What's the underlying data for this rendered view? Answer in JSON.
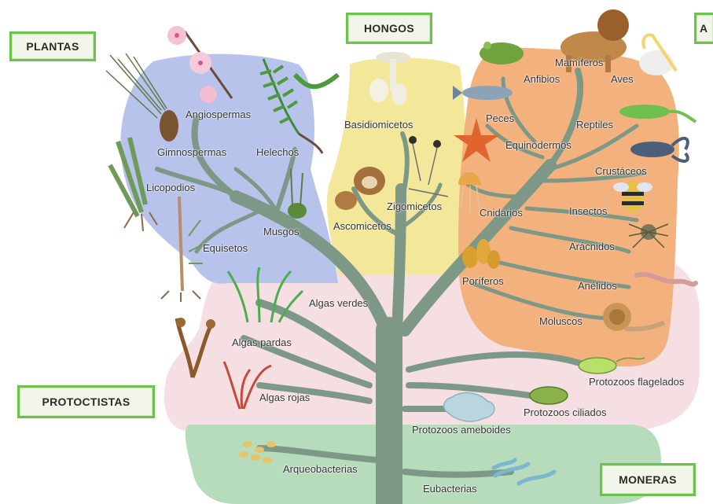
{
  "kingdoms": {
    "plantas": "PLANTAS",
    "hongos": "HONGOS",
    "animales": "A",
    "protoctistas": "PROTOCTISTAS",
    "moneras": "MONERAS"
  },
  "labels": {
    "angiospermas": "Angiospermas",
    "gimnospermas": "Gimnospermas",
    "helechos": "Helechos",
    "licopodios": "Licopodios",
    "musgos": "Musgos",
    "equisetos": "Equisetos",
    "basidiomicetos": "Basidiomicetos",
    "zigomicetos": "Zigomicetos",
    "ascomicetos": "Ascomicetos",
    "mamiferos": "Mamíferos",
    "anfibios": "Anfibios",
    "aves": "Aves",
    "peces": "Peces",
    "reptiles": "Reptiles",
    "equinodermos": "Equinodermos",
    "crustaceos": "Crustáceos",
    "cnidarios": "Cnidarios",
    "insectos": "Insectos",
    "aracnidos": "Arácnidos",
    "poriferos": "Poríferos",
    "anelidos": "Anélidos",
    "moluscos": "Moluscos",
    "algas_verdes": "Algas verdes",
    "algas_pardas": "Algas pardas",
    "algas_rojas": "Algas rojas",
    "protozoos_flagelados": "Protozoos flagelados",
    "protozoos_ciliados": "Protozoos ciliados",
    "protozoos_ameboides": "Protozoos ameboides",
    "arqueobacterias": "Arqueobacterias",
    "eubacterias": "Eubacterias"
  },
  "colors": {
    "plantas_region": "#b7c3ea",
    "hongos_region": "#f3e79a",
    "animales_region": "#f2b17d",
    "protoctistas_region": "#f6dfe2",
    "moneras_region": "#b6dcbb",
    "trunk": "#7d9887",
    "box_border": "#6cc24a"
  },
  "icons": [
    "flower-icon",
    "pine-icon",
    "fern-icon",
    "clubmoss-icon",
    "moss-icon",
    "horsetail-icon",
    "mushroom-icon",
    "mold-icon",
    "cup-fungus-icon",
    "lion-icon",
    "pelican-icon",
    "frog-icon",
    "fish-icon",
    "lizard-icon",
    "starfish-icon",
    "lobster-icon",
    "jellyfish-icon",
    "bee-icon",
    "spider-icon",
    "sponge-icon",
    "worm-icon",
    "snail-icon",
    "green-algae-icon",
    "brown-algae-icon",
    "red-algae-icon",
    "flagellate-icon",
    "ciliate-icon",
    "amoeba-icon",
    "archaea-icon",
    "bacteria-icon"
  ]
}
